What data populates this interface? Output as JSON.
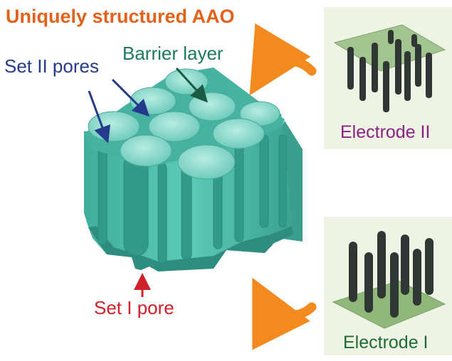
{
  "title": "Uniquely structured AAO",
  "labels": {
    "set2_pores": "Set II pores",
    "barrier_layer": "Barrier layer",
    "set1_pore": "Set I pore",
    "electrode2": "Electrode II",
    "electrode1": "Electrode I"
  },
  "colors": {
    "title": "#e2621b",
    "set2_label": "#253a8c",
    "barrier_label": "#1c7a5d",
    "set1_label": "#d0202a",
    "electrode2_label": "#8b2283",
    "electrode1_label": "#1d6b36",
    "aao_body": "#4fbfae",
    "dome": "#8fdccd",
    "curved_arrow": "#f28a1e",
    "panel_bg": "#eef3e3",
    "substrate": "#8fb87a",
    "rods": "#2f3633"
  }
}
